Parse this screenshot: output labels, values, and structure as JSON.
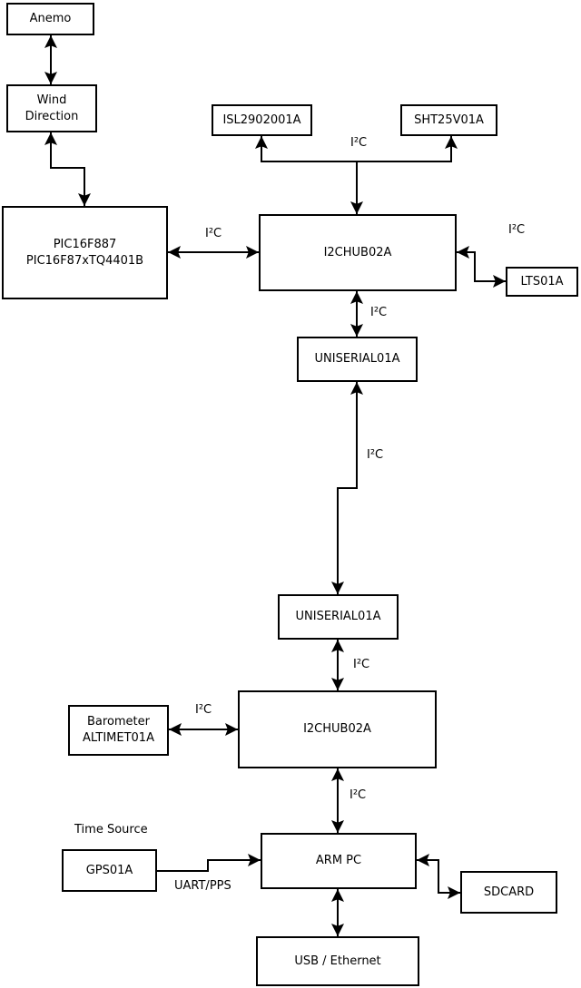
{
  "diagram": {
    "colors": {
      "background": "#ffffff",
      "line": "#000000",
      "box_fill": "#ffffff",
      "box_border": "#000000",
      "text": "#000000"
    },
    "nodes": {
      "anemo": {
        "label": "Anemo"
      },
      "wind_direction": {
        "label": "Wind\nDirection"
      },
      "pic": {
        "label": "PIC16F887\nPIC16F87xTQ4401B"
      },
      "isl": {
        "label": "ISL2902001A"
      },
      "sht": {
        "label": "SHT25V01A"
      },
      "i2chub_upper": {
        "label": "I2CHUB02A"
      },
      "lts": {
        "label": "LTS01A"
      },
      "uniserial_upper": {
        "label": "UNISERIAL01A"
      },
      "uniserial_lower": {
        "label": "UNISERIAL01A"
      },
      "barometer": {
        "label": "Barometer\nALTIMET01A"
      },
      "i2chub_lower": {
        "label": "I2CHUB02A"
      },
      "arm_pc": {
        "label": "ARM PC"
      },
      "gps": {
        "label": "GPS01A"
      },
      "sdcard": {
        "label": "SDCARD"
      },
      "usb_ethernet": {
        "label": "USB / Ethernet"
      }
    },
    "edge_labels": {
      "i2c": "I²C",
      "time_source": "Time Source",
      "uart_pps": "UART/PPS"
    },
    "connections": [
      {
        "from": "Anemo",
        "to": "Wind Direction",
        "bidirectional": true
      },
      {
        "from": "Wind Direction",
        "to": "PIC16F887 PIC16F87xTQ4401B",
        "bidirectional": true
      },
      {
        "from": "I2CHUB02A (upper)",
        "to": "ISL2902001A",
        "label": "I²C",
        "bidirectional": false
      },
      {
        "from": "I2CHUB02A (upper)",
        "to": "SHT25V01A",
        "label": "I²C",
        "bidirectional": false
      },
      {
        "from": "PIC16F887 PIC16F87xTQ4401B",
        "to": "I2CHUB02A (upper)",
        "label": "I²C",
        "bidirectional": true
      },
      {
        "from": "I2CHUB02A (upper)",
        "to": "LTS01A",
        "label": "I²C",
        "bidirectional": true
      },
      {
        "from": "I2CHUB02A (upper)",
        "to": "UNISERIAL01A (upper)",
        "label": "I²C",
        "bidirectional": true
      },
      {
        "from": "UNISERIAL01A (upper)",
        "to": "UNISERIAL01A (lower)",
        "label": "I²C",
        "bidirectional": true
      },
      {
        "from": "UNISERIAL01A (lower)",
        "to": "I2CHUB02A (lower)",
        "label": "I²C",
        "bidirectional": true
      },
      {
        "from": "Barometer ALTIMET01A",
        "to": "I2CHUB02A (lower)",
        "label": "I²C",
        "bidirectional": true
      },
      {
        "from": "I2CHUB02A (lower)",
        "to": "ARM PC",
        "label": "I²C",
        "bidirectional": true
      },
      {
        "from": "GPS01A",
        "to": "ARM PC",
        "label": "UART/PPS",
        "bidirectional": false
      },
      {
        "from": "ARM PC",
        "to": "SDCARD",
        "bidirectional": true
      },
      {
        "from": "ARM PC",
        "to": "USB / Ethernet",
        "bidirectional": true
      }
    ]
  }
}
